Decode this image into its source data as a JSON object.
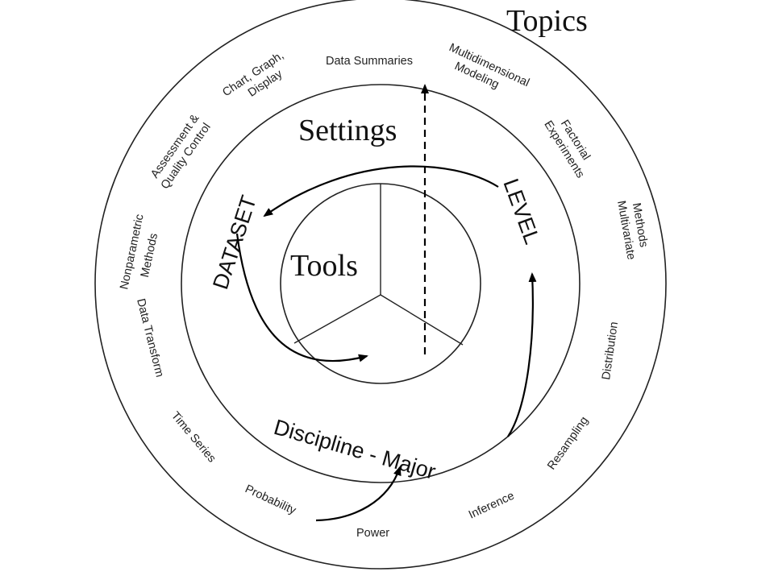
{
  "diagram": {
    "title_topics": "Topics",
    "title_settings": "Settings",
    "title_tools": "Tools",
    "settings": {
      "dataset": "DATASET",
      "level": "LEVEL",
      "discipline": "Discipline - Major"
    },
    "topics": {
      "data_summaries": "Data Summaries",
      "multidimensional_1": "Multidimensional",
      "multidimensional_2": "Modeling",
      "factorial_1": "Factorial",
      "factorial_2": "Experiments",
      "multivariate_1": "Multivariate",
      "multivariate_2": "Methods",
      "distribution": "Distribution",
      "resampling": "Resampling",
      "inference": "Inference",
      "power": "Power",
      "probability": "Probability",
      "time_series": "Time Series",
      "data_transform": "Data Transform",
      "nonparametric_1": "Nonparametric",
      "nonparametric_2": "Methods",
      "assessment_1": "Assessment &",
      "assessment_2": "Quality Control",
      "chart_1": "Chart, Graph,",
      "chart_2": "Display"
    }
  }
}
